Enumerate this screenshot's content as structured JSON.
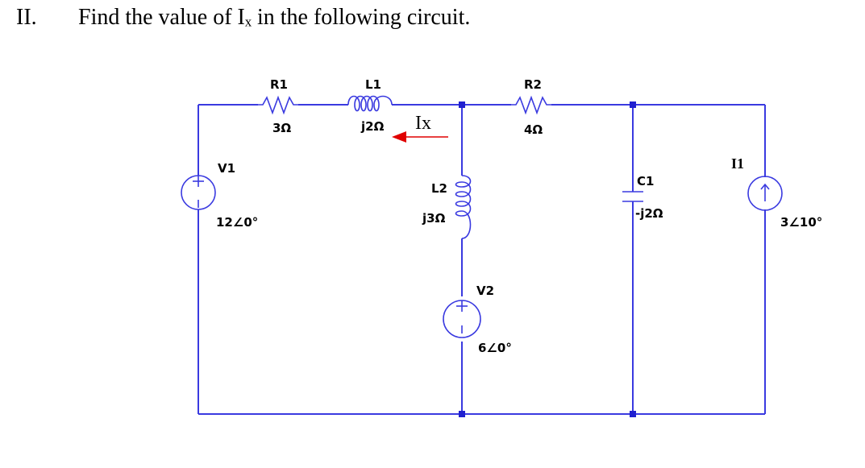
{
  "question": {
    "number": "II.",
    "text": "Find the value of Iₓ in the following circuit."
  },
  "components": {
    "r1": {
      "name": "R1",
      "value": "3Ω"
    },
    "l1": {
      "name": "L1",
      "value": "j2Ω"
    },
    "r2": {
      "name": "R2",
      "value": "4Ω"
    },
    "l2": {
      "name": "L2",
      "value": "j3Ω"
    },
    "c1": {
      "name": "C1",
      "value": "-j2Ω"
    },
    "v1": {
      "name": "V1",
      "value": "12∠0°"
    },
    "v2": {
      "name": "V2",
      "value": "6∠0°"
    },
    "i1": {
      "name": "I1",
      "value": "3∠10°"
    }
  },
  "current_label": {
    "text": "Ix",
    "color": "#e00000"
  },
  "colors": {
    "wire": "#3a3ae0",
    "node": "#2020d0",
    "arrow": "#e00000"
  }
}
